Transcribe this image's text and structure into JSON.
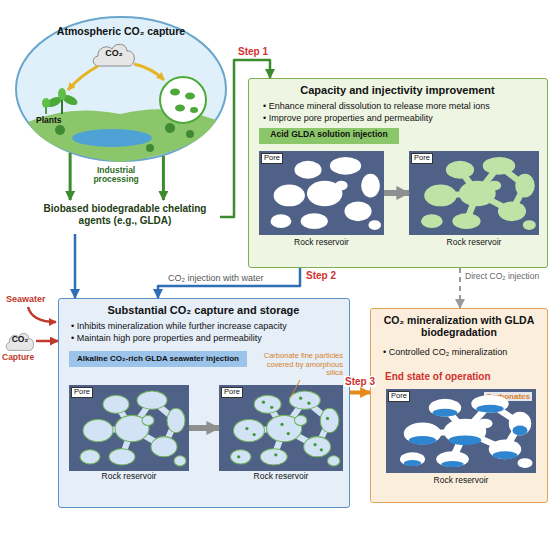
{
  "diagram": {
    "nodes": [
      {
        "text": [
          "Atmospheric CO₂ capture"
        ]
      },
      {
        "text": [
          "CO₂"
        ],
        "in": 0
      },
      {
        "text": [
          "Biobased biodegradable chelating agents (e.g., GLDA)"
        ]
      },
      {
        "text": [
          "Capacity and injectivity improvement",
          "• Enhance mineral dissolution to release more metal ions",
          "• Improve pore properties and permeability"
        ]
      },
      {
        "text": [
          "Acid GLDA solution injection"
        ],
        "in": 3
      },
      {
        "text": [
          "Pore",
          "Rock reservoir"
        ],
        "in": 3
      },
      {
        "text": [
          "Pore",
          "Rock reservoir"
        ],
        "in": 3
      },
      {
        "text": [
          "CO₂"
        ]
      },
      {
        "text": [
          "Substantial CO₂ capture and storage",
          "• Inhibits mineralization while further increase capacity",
          "• Maintain high pore properties and permeability"
        ]
      },
      {
        "text": [
          "Alkaline CO₂-rich GLDA seawater injection"
        ],
        "in": 8
      },
      {
        "text": [
          "Pore",
          "Rock reservoir"
        ],
        "in": 8
      },
      {
        "text": [
          "Pore",
          "Carbonate fine particles covered by amorphous silica",
          "Rock reservoir"
        ],
        "in": 8
      },
      {
        "text": [
          "CO₂ mineralization with GLDA biodegradation",
          "• Controlled CO₂ mineralization",
          "End state of operation"
        ]
      },
      {
        "text": [
          "Pore",
          "Carbonates",
          "Rock reservoir"
        ],
        "in": 12
      }
    ],
    "edges": [
      {
        "from": 0,
        "to": 2,
        "label": "Industrial processing",
        "arrow": "to"
      },
      {
        "from": 0,
        "to": 2,
        "arrow": "to"
      },
      {
        "from": 2,
        "to": 3,
        "label": "Step 1",
        "arrow": "to"
      },
      {
        "from": 5,
        "to": 6,
        "arrow": "to"
      },
      {
        "from": 2,
        "to": 8,
        "arrow": "to"
      },
      {
        "from": 7,
        "to": 8,
        "label": "Capture",
        "arrow": "to"
      },
      {
        "from": 3,
        "to": 8,
        "label": "Step 2",
        "arrow": "to"
      },
      {
        "from": 3,
        "to": 12,
        "label": "Direct CO₂ injection",
        "arrow": "to"
      },
      {
        "from": 10,
        "to": 11,
        "arrow": "to"
      },
      {
        "from": 8,
        "to": 12,
        "label": "Step 3",
        "arrow": "to"
      }
    ],
    "labels": [
      "Plants",
      "CO₂ injection with water",
      "Seawater"
    ]
  }
}
